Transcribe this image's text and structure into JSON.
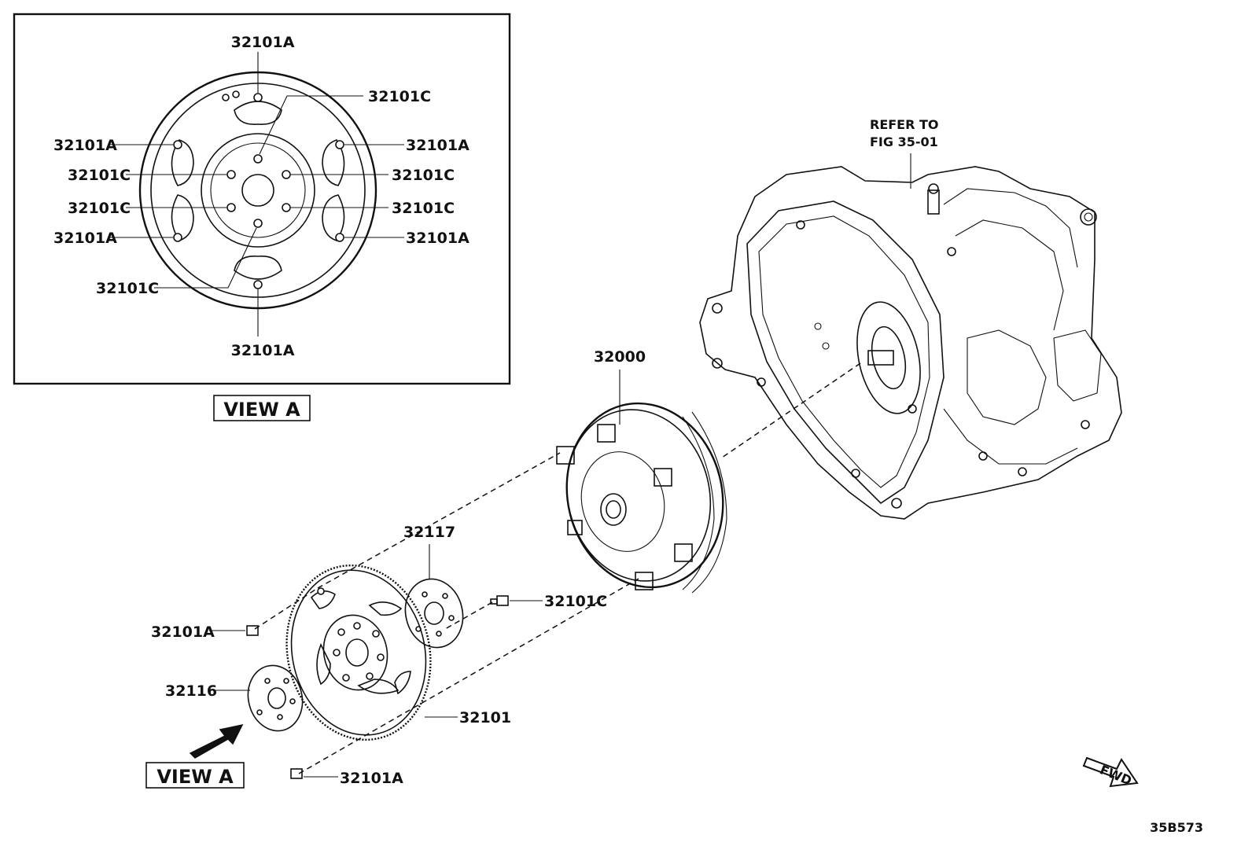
{
  "view_a_callouts": {
    "top": "32101A",
    "top_right_c": "32101C",
    "left_upper_a": "32101A",
    "right_upper_a": "32101A",
    "left_upper_c": "32101C",
    "right_upper_c": "32101C",
    "left_lower_c": "32101C",
    "right_lower_c": "32101C",
    "left_lower_a": "32101A",
    "right_lower_a": "32101A",
    "bottom_left_c": "32101C",
    "bottom": "32101A"
  },
  "view_label": "VIEW A",
  "view_label_bottom": "VIEW A",
  "refer_note": {
    "line1": "REFER TO",
    "line2": "FIG 35-01"
  },
  "parts": {
    "torque_converter": "32000",
    "spacer": "32117",
    "bolt_c": "32101C",
    "bolt_a_upper": "32101A",
    "plate": "32116",
    "drive_plate": "32101",
    "bolt_a_lower": "32101A"
  },
  "fwd_label": "FWD",
  "diagram_code": "35B573"
}
